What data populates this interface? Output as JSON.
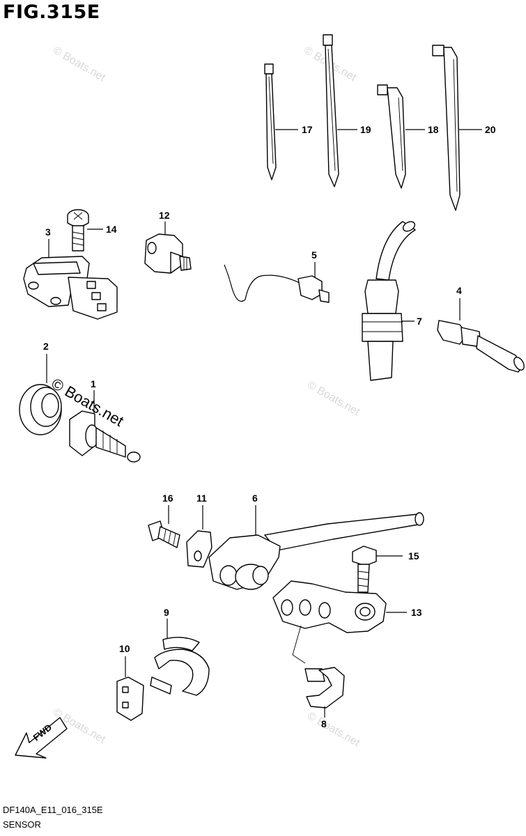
{
  "figure": {
    "title": "FIG.315E",
    "code": "DF140A_E11_016_315E",
    "name": "SENSOR"
  },
  "watermark": "© Boats.net",
  "fwd_label": "FWD",
  "callouts": {
    "c1": "1",
    "c2": "2",
    "c3": "3",
    "c4": "4",
    "c5": "5",
    "c6": "6",
    "c7": "7",
    "c8": "8",
    "c9": "9",
    "c10": "10",
    "c11": "11",
    "c12": "12",
    "c13": "13",
    "c14": "14",
    "c15": "15",
    "c16": "16",
    "c17": "17",
    "c18": "18",
    "c19": "19",
    "c20": "20"
  }
}
